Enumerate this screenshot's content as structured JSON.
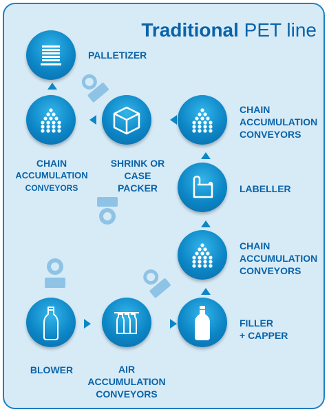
{
  "title": {
    "bold": "Traditional",
    "rest": " PET line"
  },
  "nodes": {
    "palletizer": {
      "label": "PALLETIZER",
      "icon": "pallet-stack-icon"
    },
    "chain_left": {
      "lines": [
        "CHAIN",
        "ACCUMULATION",
        "CONVEYORS"
      ],
      "icon": "bottle-grid-icon"
    },
    "shrink": {
      "lines": [
        "SHRINK OR",
        "CASE",
        "PACKER"
      ],
      "icon": "box-icon"
    },
    "chain_top_right": {
      "lines": [
        "CHAIN",
        "ACCUMULATION",
        "CONVEYORS"
      ],
      "icon": "bottle-grid-icon"
    },
    "labeller": {
      "label": "LABELLER",
      "icon": "label-roll-icon"
    },
    "chain_mid_right": {
      "lines": [
        "CHAIN",
        "ACCUMULATION",
        "CONVEYORS"
      ],
      "icon": "bottle-grid-icon"
    },
    "filler": {
      "lines": [
        "FILLER",
        "+ CAPPER"
      ],
      "icon": "filled-bottle-icon"
    },
    "air": {
      "lines": [
        "AIR",
        "ACCUMULATION",
        "CONVEYORS"
      ],
      "icon": "hanging-bottles-icon"
    },
    "blower": {
      "label": "BLOWER",
      "icon": "empty-bottle-icon"
    }
  },
  "colors": {
    "accent": "#0a63a8",
    "node": "#0d86c6",
    "background": "#d7ebf7",
    "operator": "#8ec3e6"
  }
}
